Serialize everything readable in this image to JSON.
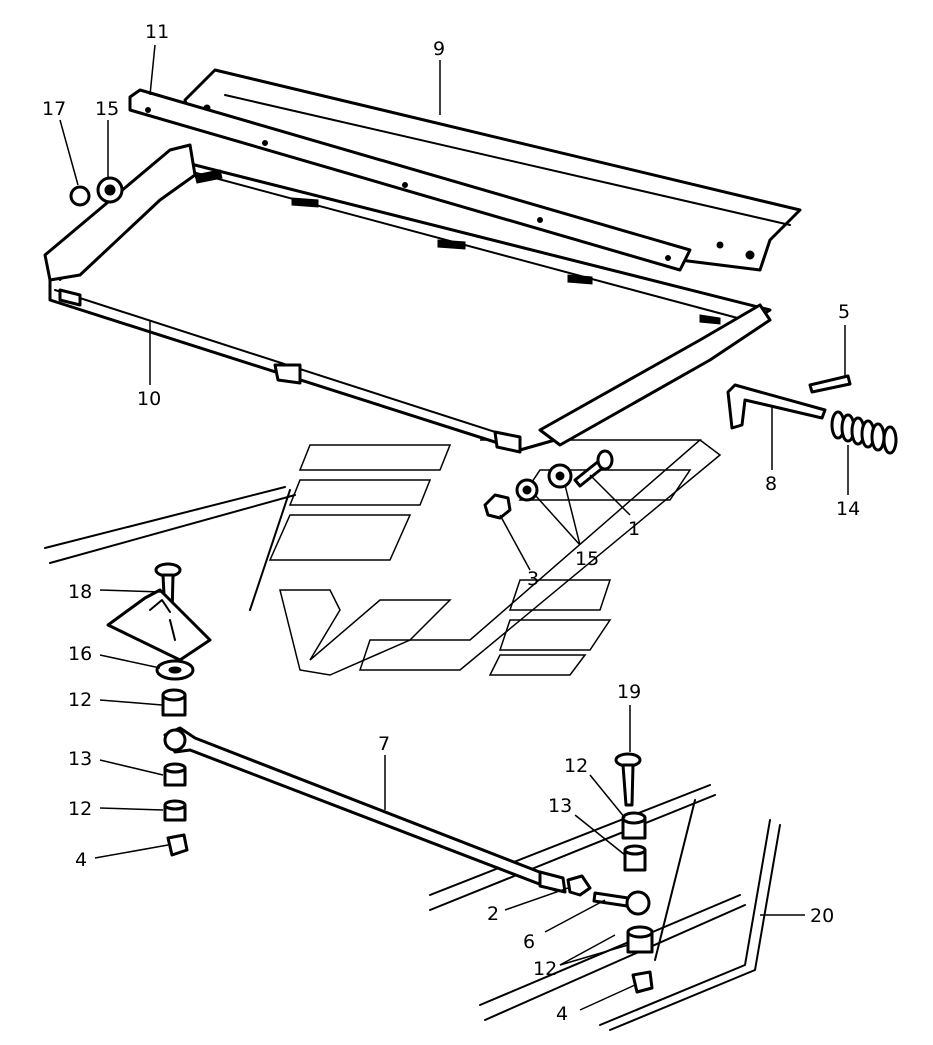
{
  "callouts": [
    "1",
    "2",
    "3",
    "4",
    "4",
    "5",
    "6",
    "7",
    "8",
    "9",
    "10",
    "11",
    "12",
    "12",
    "12",
    "12",
    "13",
    "13",
    "14",
    "15",
    "15",
    "16",
    "17",
    "18",
    "19",
    "20"
  ]
}
